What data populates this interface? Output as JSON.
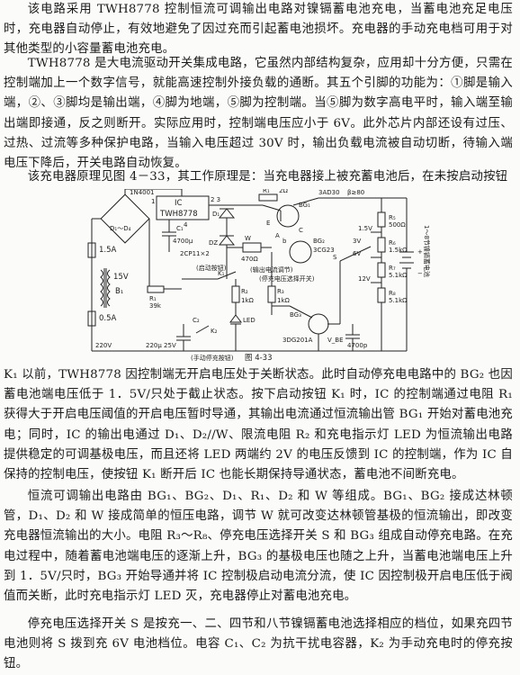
{
  "document": {
    "paragraphs": [
      "该电路采用 TWH8778 控制恒流可调输出电路对镍镉蓄电池充电，当蓄电池充足电压时，充电器自动停止，有效地避免了因过充而引起蓄电池损坏。充电器的手动充电档可用于对其他类型的小容量蓄电池充电。",
      "TWH8778 是大电流驱动开关集成电路，它虽然内部结构复杂，应用却十分方便，只需在控制端加上一个数字信号，就能高速控制外接负载的通断。其五个引脚的功能为：①脚是输入端，②、③脚均是输出端，④脚为地端，⑤脚为控制端。当⑤脚为数字高电平时，输入端至输出端即接通，反之则断开。实际应用时，控制端电压应小于 6V。此外芯片内部还设有过压、过热、过流等多种保护电路，当输入电压超过 30V 时，输出负载电流被自动切断，待输入端电压下降后，开关电路自动恢复。",
      "该充电器原理见图 4－33，其工作原理是：当充电器接上被充蓄电池后，在未按启动按钮",
      "K₁ 以前，TWH8778 因控制端无开启电压处于关断状态。此时自动停充电电路中的 BG₂ 也因蓄电池端电压低于 1．5V/只处于截止状态。按下启动按钮 K₁ 时，IC 的控制端通过电阻 R₁ 获得大于开启电压阈值的开启电压暂时导通，其输出电流通过恒流输出管 BG₁ 开始对蓄电池充电；同时，IC 的输出电通过 D₁、D₂//W、限流电阻 R₂ 和充电指示灯 LED 为恒流输出电路提供稳定的可调基极电压，而且还将 LED 两端约 2V 的电压反馈到 IC 的控制端，作为 IC 自保持的控制电压，使按钮 K₁ 断开后 IC 也能长期保持导通状态，蓄电池不间断充电。",
      "恒流可调输出电路由 BG₁、BG₂、D₁、R₁、D₂ 和 W 等组成。BG₁、BG₂ 接成达林顿管，D₁、D₂ 和 W 接成简单的恒压电路，调节 W 就可改变达林顿管基极的恒流输出，即改变充电器恒流输出的大小。电阻 R₃～R₈、停充电压选择开关 S 和 BG₃ 组成自动停充电路。在充电过程中，随着蓄电池端电压的逐渐上升，BG₃ 的基极电压也随之上升，当蓄电池端电压上升到 1．5V/只时，BG₃ 开始导通并将 IC 控制极启动电流分流，使 IC 因控制极开启电压低于阀值而关断，此时充电指示灯 LED 灭，充电器停止对蓄电池充电。",
      "停充电压选择开关 S 是按充一、二、四节和八节镍镉蓄电池选择相应的档位，如果充四节电池则将 S 拨到充 6V 电池档位。电容 C₁、C₂ 为抗干扰电容器，K₂ 为手动充电时的停充按钮。"
    ]
  },
  "circuit": {
    "figure_caption": "图 4-33",
    "labels": {
      "bridge": "1N4001",
      "d_label": "D₁～D₄",
      "fuse1": "1.5A",
      "fuse2": "0.5A",
      "trans_v": "15V",
      "trans_id": "B₁",
      "mains": "220V",
      "ic_name": "IC",
      "ic_part": "TWH8778",
      "pins": "2  3",
      "pin1": "1",
      "pin4": "4",
      "c1": "C₁",
      "c1_val": "4700μ",
      "d1": "D₁",
      "dz": "DZ",
      "dz_part": "2CP11×2",
      "w": "W",
      "w_val": "470Ω",
      "r1": "R₁",
      "r1_val": "39k",
      "k1": "K₁",
      "k1_note": "(启动按钮)",
      "r2": "R₂",
      "r2_val": "1kΩ",
      "r3": "R₃",
      "r3_val": "1kΩ",
      "led": "LED",
      "c2": "C₂",
      "c2_val": "220μ 25V",
      "k2": "K₂",
      "k2_note": "(手动停充按钮)",
      "r_top": "R₁",
      "r_top_val": "2Ω",
      "bg1": "BG₁",
      "bg1_part": "3AD30",
      "beta": "β≥80",
      "bg2": "BG₂",
      "bg2_part": "3CG23",
      "out_current": "(输出电流调节)",
      "stop_switch": "(停充电压选择开关)",
      "s": "S",
      "v15": "1.5V",
      "v3": "3V",
      "v6": "6V",
      "v12": "12V",
      "r5": "R₅",
      "r5_val": "500Ω",
      "r6": "R₆",
      "r6_val": "1.5kΩ",
      "r7": "R₇",
      "r7_val": "5.1kΩ",
      "r8": "R₈",
      "r8_val": "5.1kΩ",
      "bg3": "BG₃",
      "bg3_part": "3DG201A",
      "vbe": "V_BE",
      "c3_val": "4700p",
      "batt": "1～8节镍镉蓄电池",
      "plus": "+",
      "minus": "−",
      "e": "E",
      "c_node": "C",
      "a_node": "A",
      "b_node": "b"
    }
  }
}
